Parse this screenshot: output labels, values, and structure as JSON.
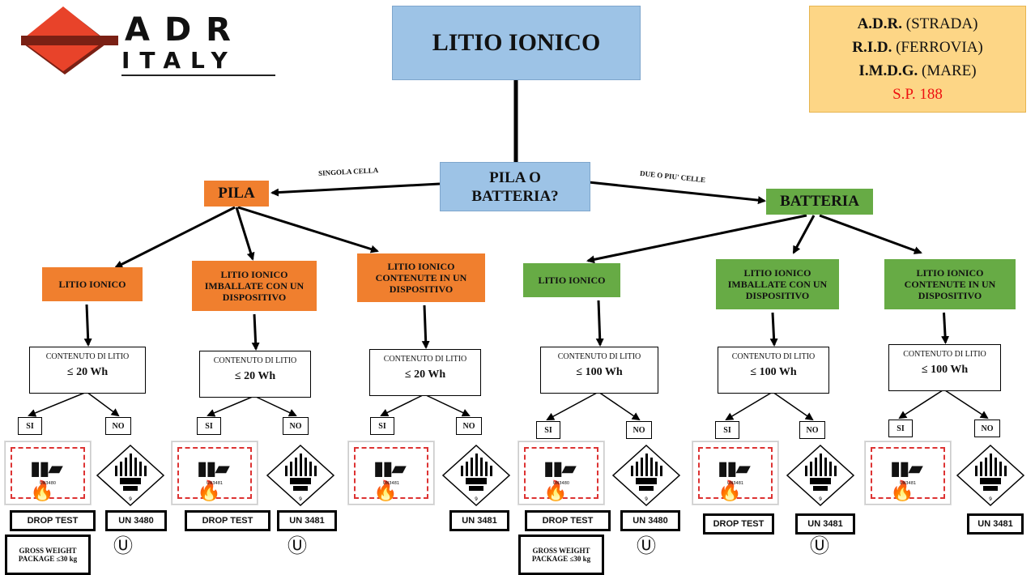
{
  "logo": {
    "main": "ADR",
    "sub": "ITALY",
    "colors": {
      "diamond": "#e8432a",
      "shadow": "#7a2014"
    }
  },
  "title": "LITIO IONICO",
  "modes": [
    {
      "code": "A.D.R.",
      "mode": "(STRADA)"
    },
    {
      "code": "R.I.D.",
      "mode": "(FERROVIA)"
    },
    {
      "code": "I.M.D.G.",
      "mode": "(MARE)"
    }
  ],
  "special_provision": "S.P. 188",
  "question": {
    "line1": "PILA O",
    "line2": "BATTERIA?"
  },
  "branches": {
    "left_label": "SINGOLA CELLA",
    "right_label": "DUE O PIU' CELLE"
  },
  "pila": {
    "label": "PILA",
    "color": "#f07f2e"
  },
  "batteria": {
    "label": "BATTERIA",
    "color": "#67ab45"
  },
  "columns": [
    {
      "category": "LITIO IONICO",
      "content_label": "CONTENUTO DI LITIO",
      "limit": "≤ 20 Wh",
      "yes": "SI",
      "no": "NO",
      "si_tags": [
        "DROP TEST",
        "GROSS WEIGHT PACKAGE ≤30 kg"
      ],
      "no_tags": [
        "UN 3480"
      ],
      "mark_code": "UN3480"
    },
    {
      "category": "LITIO IONICO IMBALLATE CON UN DISPOSITIVO",
      "content_label": "CONTENUTO DI LITIO",
      "limit": "≤ 20 Wh",
      "yes": "SI",
      "no": "NO",
      "si_tags": [
        "DROP TEST"
      ],
      "no_tags": [
        "UN 3481"
      ],
      "mark_code": "UN3481"
    },
    {
      "category": "LITIO IONICO CONTENUTE IN UN DISPOSITIVO",
      "content_label": "CONTENUTO DI LITIO",
      "limit": "≤ 20 Wh",
      "yes": "SI",
      "no": "NO",
      "si_tags": [],
      "no_tags": [
        "UN 3481"
      ],
      "mark_code": "UN3481"
    },
    {
      "category": "LITIO IONICO",
      "content_label": "CONTENUTO DI LITIO",
      "limit": "≤ 100 Wh",
      "yes": "SI",
      "no": "NO",
      "si_tags": [
        "DROP TEST",
        "GROSS WEIGHT PACKAGE ≤30 kg"
      ],
      "no_tags": [
        "UN 3480"
      ],
      "mark_code": "UN3480"
    },
    {
      "category": "LITIO IONICO IMBALLATE CON UN DISPOSITIVO",
      "content_label": "CONTENUTO DI LITIO",
      "limit": "≤ 100 Wh",
      "yes": "SI",
      "no": "NO",
      "si_tags": [
        "DROP TEST"
      ],
      "no_tags": [
        "UN 3481"
      ],
      "mark_code": "UN3481"
    },
    {
      "category": "LITIO IONICO CONTENUTE IN UN DISPOSITIVO",
      "content_label": "CONTENUTO DI LITIO",
      "limit": "≤ 100 Wh",
      "yes": "SI",
      "no": "NO",
      "si_tags": [],
      "no_tags": [
        "UN 3481"
      ],
      "mark_code": "UN3481"
    }
  ],
  "hazard_class": "9",
  "colors": {
    "blue_box": "#9dc3e6",
    "mode_box": "#fdd686",
    "sp_red": "#ee1111",
    "label_red": "#d33333"
  }
}
